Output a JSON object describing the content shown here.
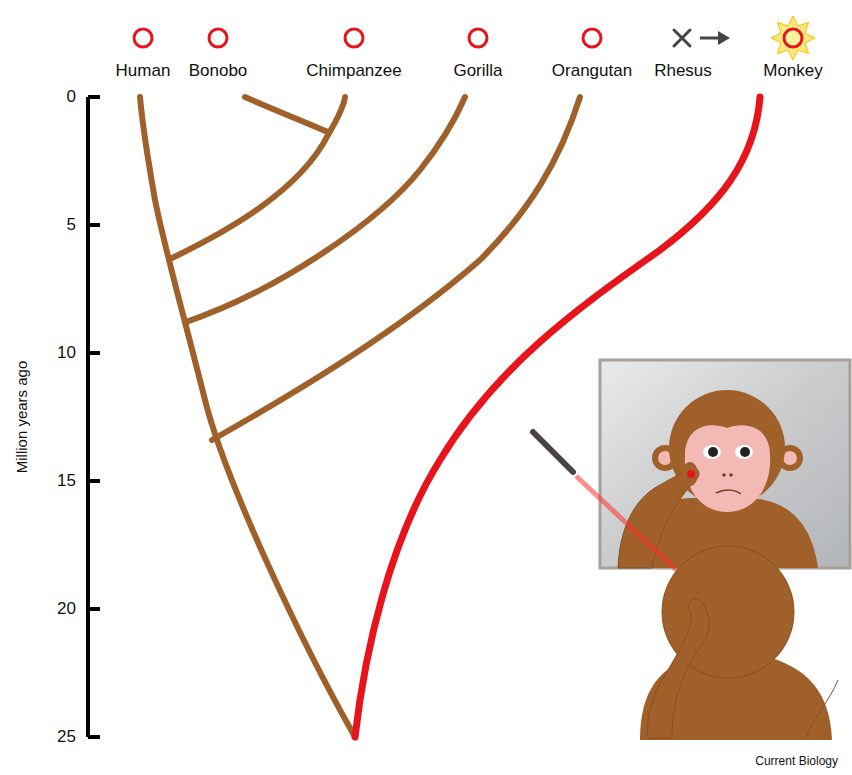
{
  "diagram": {
    "labels": [
      "Human",
      "Bonobo",
      "Chimpanzee",
      "Gorilla",
      "Orangutan",
      "Rhesus",
      "Monkey",
      "0",
      "5",
      "10",
      "15",
      "20",
      "25",
      "Million years ago",
      "Current Biology"
    ]
  }
}
